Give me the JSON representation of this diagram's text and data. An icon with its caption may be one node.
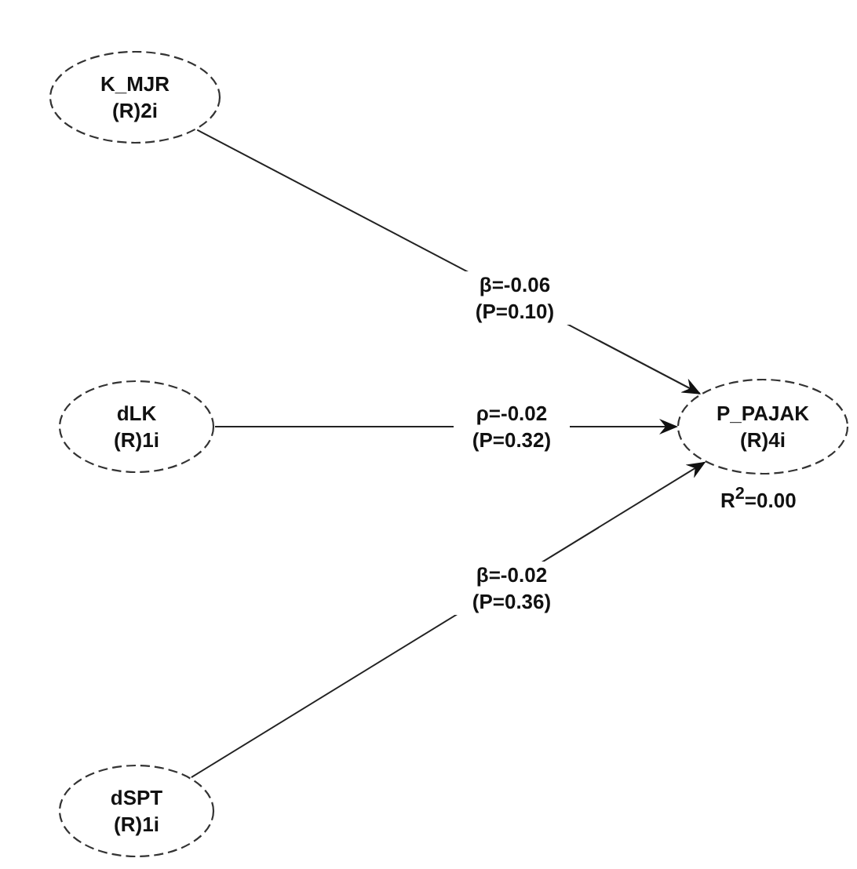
{
  "diagram": {
    "nodes": [
      {
        "text": [
          "K_MJR",
          "(R)2i"
        ]
      },
      {
        "text": [
          "dLK",
          "(R)1i"
        ]
      },
      {
        "text": [
          "P_PAJAK",
          "(R)4i"
        ],
        "beside": [
          "R$^{2}$=0.00"
        ]
      },
      {
        "text": [
          "dSPT",
          "(R)1i"
        ]
      }
    ],
    "edges": [
      {
        "from": 0,
        "to": 2,
        "arrow": "to",
        "label": "β=-0.06 (P=0.10)"
      },
      {
        "from": 1,
        "to": 2,
        "arrow": "to",
        "label": "ρ=-0.02 (P=0.32)"
      },
      {
        "from": 3,
        "to": 2,
        "arrow": "to",
        "label": "β=-0.02 (P=0.36)"
      }
    ]
  }
}
